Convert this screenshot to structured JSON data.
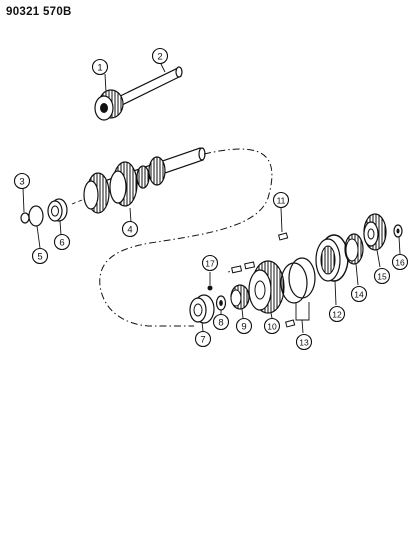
{
  "header": {
    "reference": "90321 570B"
  },
  "callouts": [
    "1",
    "2",
    "3",
    "4",
    "5",
    "6",
    "7",
    "8",
    "9",
    "10",
    "11",
    "12",
    "13",
    "14",
    "15",
    "16",
    "17"
  ],
  "colors": {
    "ink": "#111111",
    "paper": "#ffffff"
  }
}
